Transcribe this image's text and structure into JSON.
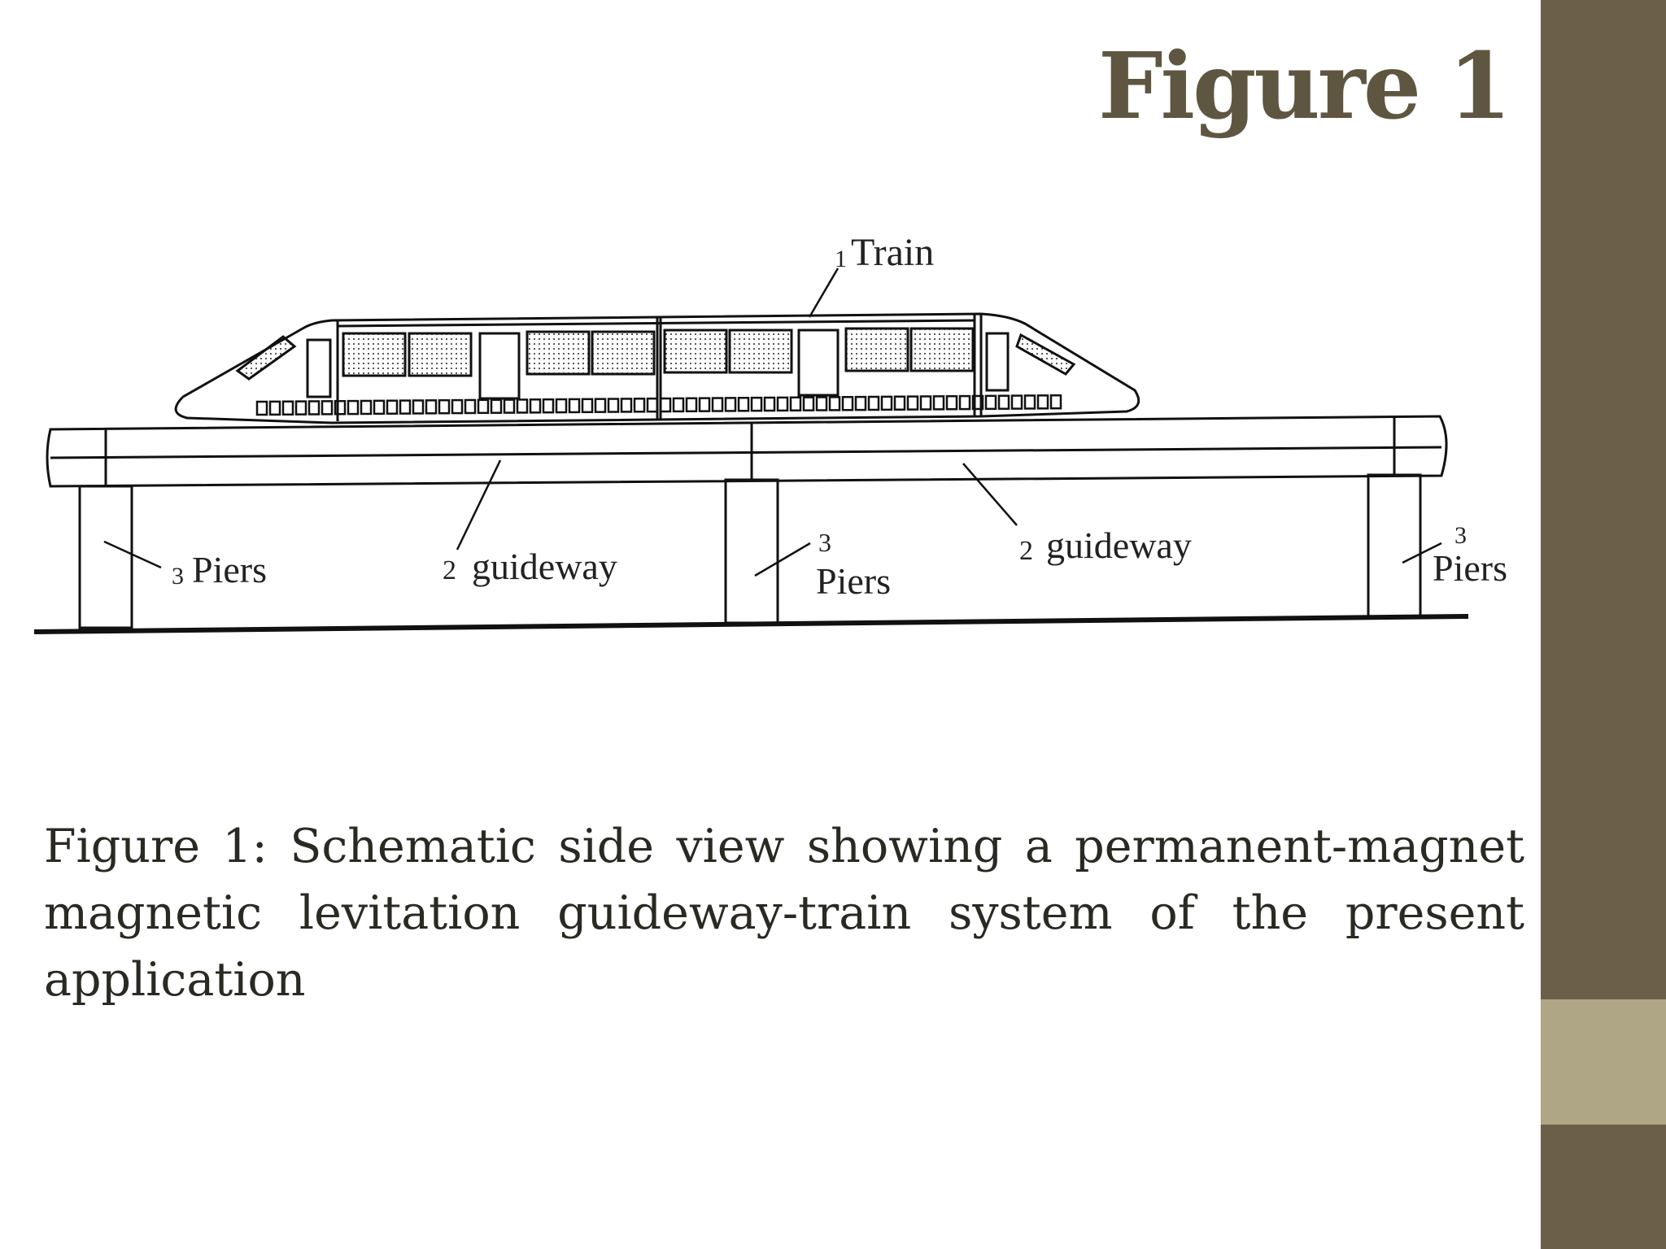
{
  "slide": {
    "title": "Figure 1",
    "colors": {
      "accent": "#6b5f4a",
      "accent_light": "#aea684",
      "title": "#5f5641",
      "text": "#2a2a22"
    }
  },
  "diagram": {
    "labels": {
      "train_num": "1",
      "train": "Train",
      "piers_num": "3",
      "piers": "Piers",
      "guideway_num": "2",
      "guideway": "guideway"
    }
  },
  "caption": "Figure 1: Schematic side view showing a permanent-magnet magnetic levitation guideway-train system of the present application"
}
